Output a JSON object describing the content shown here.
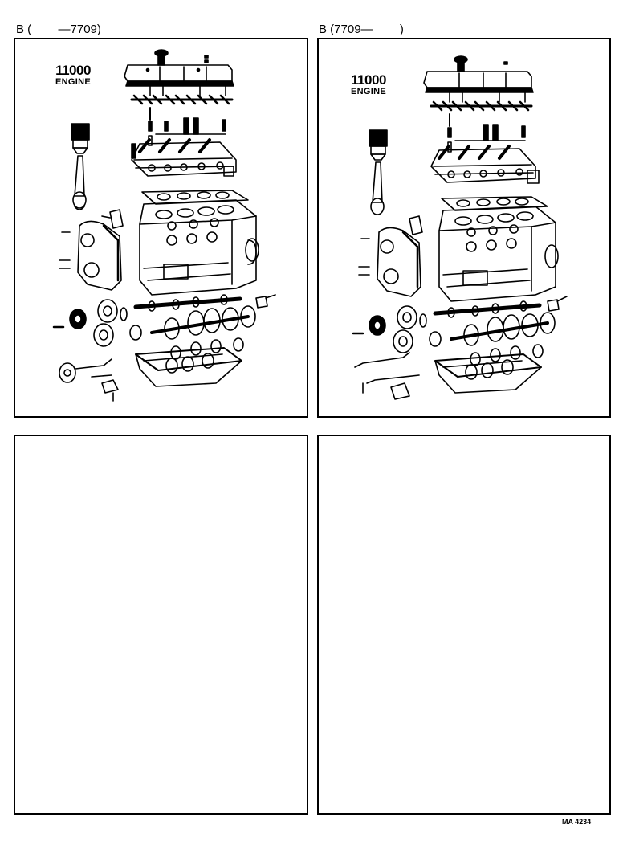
{
  "page": {
    "reference_code": "MA 4234"
  },
  "panels": [
    {
      "id": "top-left",
      "caption": "B (        —7709)",
      "engine_number": "11000",
      "engine_word": "ENGINE",
      "has_diagram": true
    },
    {
      "id": "top-right",
      "caption": "B (7709—        )",
      "engine_number": "11000",
      "engine_word": "ENGINE",
      "has_diagram": true
    },
    {
      "id": "bottom-left",
      "caption": "",
      "has_diagram": false
    },
    {
      "id": "bottom-right",
      "caption": "",
      "has_diagram": false
    }
  ],
  "colors": {
    "ink": "#000000",
    "paper": "#ffffff"
  }
}
